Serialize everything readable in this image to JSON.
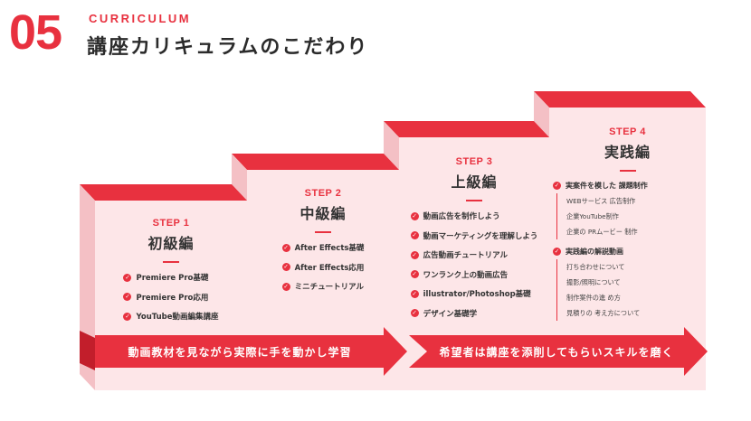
{
  "header": {
    "number": "05",
    "eyebrow": "CURRICULUM",
    "title": "講座カリキュラムのこだわり"
  },
  "colors": {
    "accent": "#e8313f",
    "panel": "#fde6e8",
    "panel_side": "#f7c5c9",
    "panel_top": "#e8313f"
  },
  "steps": [
    {
      "label": "STEP 1",
      "name": "初級編",
      "items": [
        "Premiere Pro基礎",
        "Premiere Pro応用",
        "YouTube動画編集講座"
      ]
    },
    {
      "label": "STEP 2",
      "name": "中級編",
      "items": [
        "After Effects基礎",
        "After Effects応用",
        "ミニチュートリアル"
      ]
    },
    {
      "label": "STEP 3",
      "name": "上級編",
      "items": [
        "動画広告を制作しよう",
        "動画マーケティングを理解しよう",
        "広告動画チュートリアル",
        "ワンランク上の動画広告",
        "illustrator/Photoshop基礎",
        "デザイン基礎学"
      ]
    },
    {
      "label": "STEP 4",
      "name": "実践編",
      "groups": [
        {
          "title": "実案件を模した 課題制作",
          "items": [
            "WEBサービス 広告制作",
            "企業YouTube制作",
            "企業の PRムービー 制作"
          ]
        },
        {
          "title": "実践編の解説動画",
          "items": [
            "打ち合わせについて",
            "撮影/照明について",
            "制作案件の進 め方",
            "見積りの 考え方について"
          ]
        }
      ]
    }
  ],
  "arrows": [
    {
      "text": "動画教材を見ながら実際に手を動かし学習"
    },
    {
      "text": "希望者は講座を添削してもらいスキルを磨く"
    }
  ],
  "icons": {
    "check": "check-circle-icon"
  }
}
